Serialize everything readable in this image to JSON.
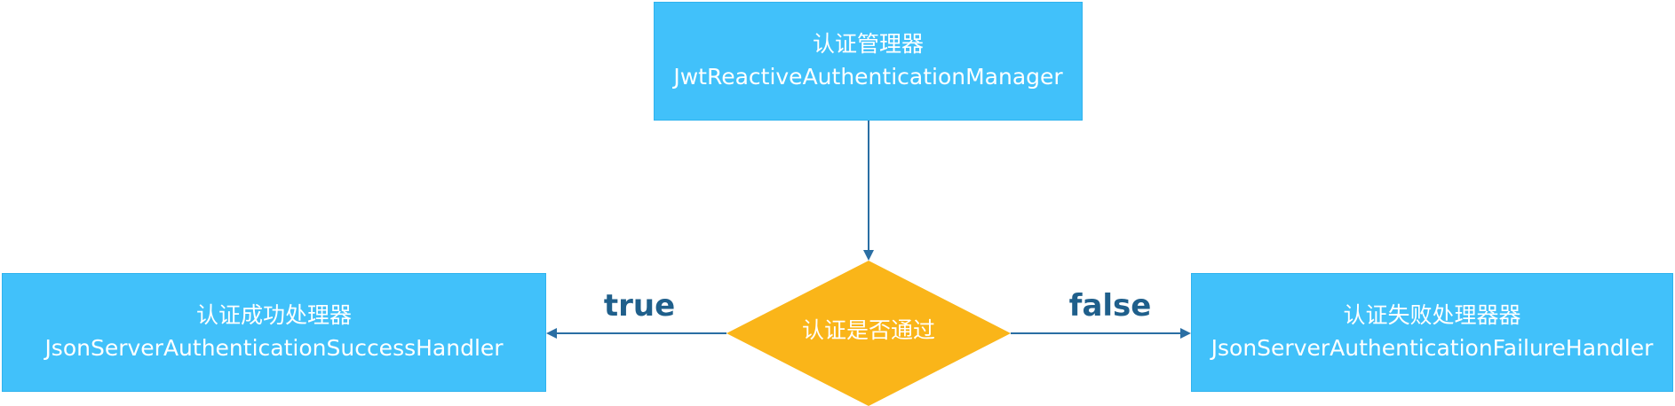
{
  "nodes": {
    "manager": {
      "title": "认证管理器",
      "subtitle": "JwtReactiveAuthenticationManager"
    },
    "decision": {
      "label": "认证是否通过"
    },
    "success": {
      "title": "认证成功处理器",
      "subtitle": "JsonServerAuthenticationSuccessHandler"
    },
    "failure": {
      "title": "认证失败处理器器",
      "subtitle": "JsonServerAuthenticationFailureHandler"
    }
  },
  "edges": {
    "true_label": "true",
    "false_label": "false"
  },
  "colors": {
    "box_fill": "#41c1fa",
    "diamond_fill": "#fab519",
    "arrow": "#2a6ea3",
    "edge_text": "#1f5f8b"
  }
}
